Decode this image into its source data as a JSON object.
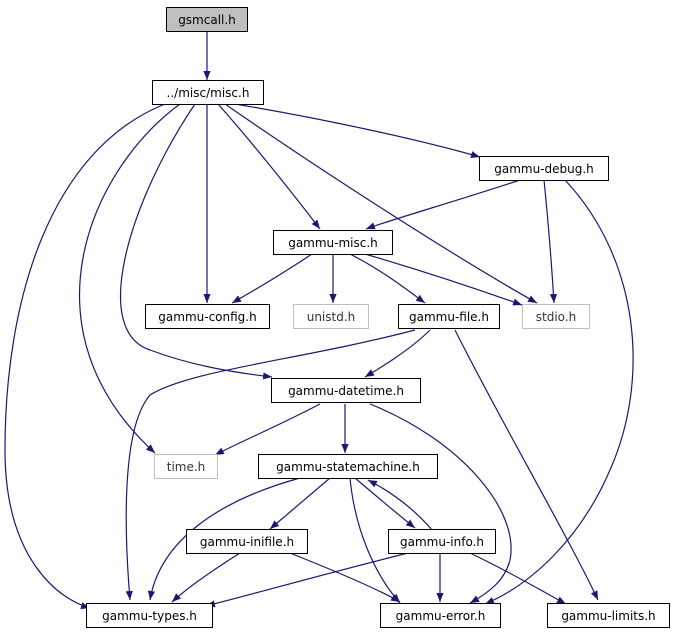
{
  "diagram": {
    "colors": {
      "edge": "#191970",
      "root_fill": "#bfbfbf",
      "border": "#000000",
      "external_border": "#bfbfbf"
    },
    "nodes": {
      "gsmcall": "gsmcall.h",
      "misc": "../misc/misc.h",
      "debug": "gammu-debug.h",
      "gmisc": "gammu-misc.h",
      "config": "gammu-config.h",
      "unistd": "unistd.h",
      "file": "gammu-file.h",
      "stdio": "stdio.h",
      "datetime": "gammu-datetime.h",
      "time": "time.h",
      "statemachine": "gammu-statemachine.h",
      "inifile": "gammu-inifile.h",
      "info": "gammu-info.h",
      "types": "gammu-types.h",
      "error": "gammu-error.h",
      "limits": "gammu-limits.h"
    }
  }
}
